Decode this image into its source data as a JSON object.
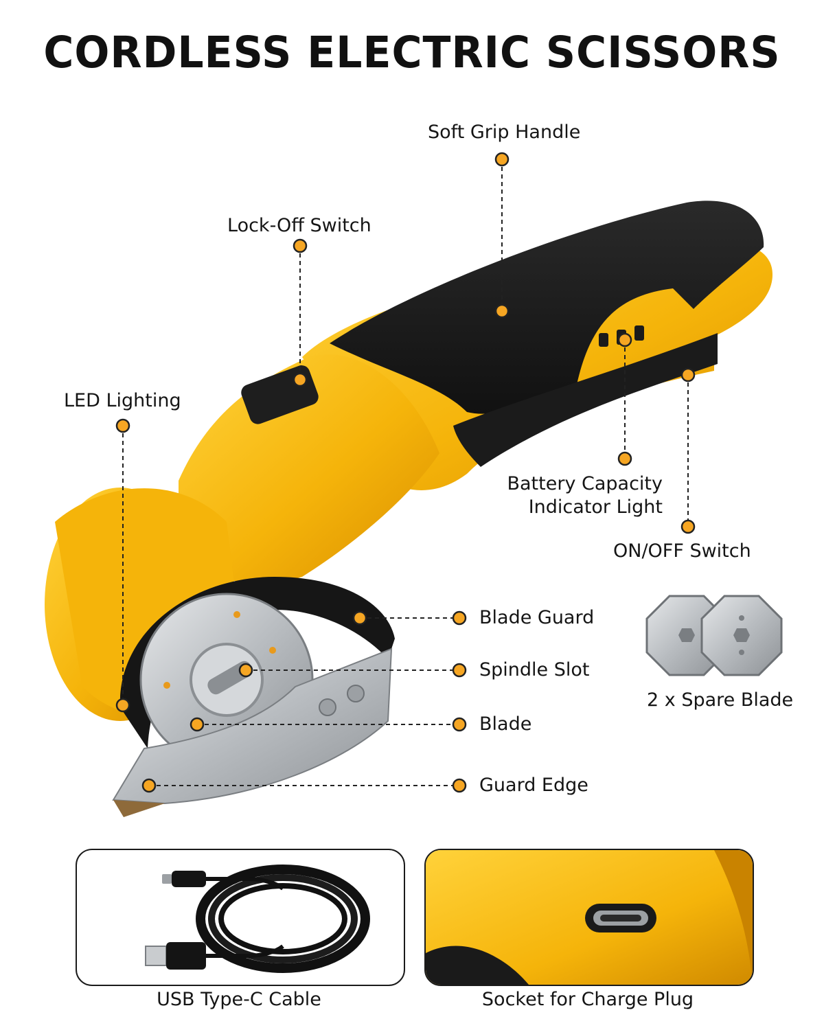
{
  "title": "CORDLESS ELECTRIC SCISSORS",
  "colors": {
    "body_yellow": "#F5B40A",
    "grip_black": "#1B1B1B",
    "callout_dot": "#F6A623",
    "blade_steel": "#C9CCCF"
  },
  "callouts": {
    "soft_grip_handle": "Soft Grip Handle",
    "lock_off_switch": "Lock-Off Switch",
    "led_lighting": "LED Lighting",
    "battery_indicator_line1": "Battery Capacity",
    "battery_indicator_line2": "Indicator Light",
    "on_off_switch": "ON/OFF Switch",
    "blade_guard": "Blade Guard",
    "spindle_slot": "Spindle Slot",
    "blade": "Blade",
    "guard_edge": "Guard Edge"
  },
  "spare": {
    "label": "2 x Spare Blade",
    "icon": "octagon-blade-icon"
  },
  "panels": {
    "cable_caption": "USB Type-C Cable",
    "socket_caption": "Socket for Charge Plug"
  }
}
